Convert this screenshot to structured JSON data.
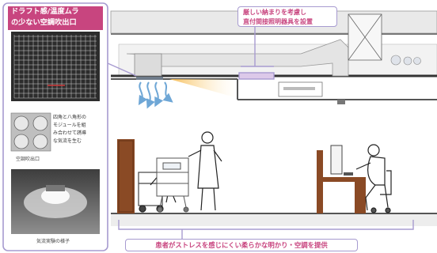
{
  "callouts": {
    "diffuser_title_line1": "ドラフト感/温度ムラ",
    "diffuser_title_line2": "の少ない空調吹出口",
    "lighting_line1": "厳しい納まりを考慮し",
    "lighting_line2": "直付間接照明器具を設置",
    "bottom": "患者がストレスを感じにくい柔らかな明かり・空調を提供"
  },
  "sidebar": {
    "module_note_line1": "四角と八角形の",
    "module_note_line2": "モジュールを組",
    "module_note_line3": "み合わせて誘導",
    "module_note_line4": "な気流を生む",
    "outlet_caption": "空調吹出口",
    "experiment_caption": "気流実験の様子"
  },
  "colors": {
    "accent_pink": "#c8457f",
    "frame_purple": "#a79bd0",
    "airflow_blue": "#6fa7d6",
    "light_yellow": "#f5c46a",
    "furniture_brown": "#8a4a25"
  }
}
